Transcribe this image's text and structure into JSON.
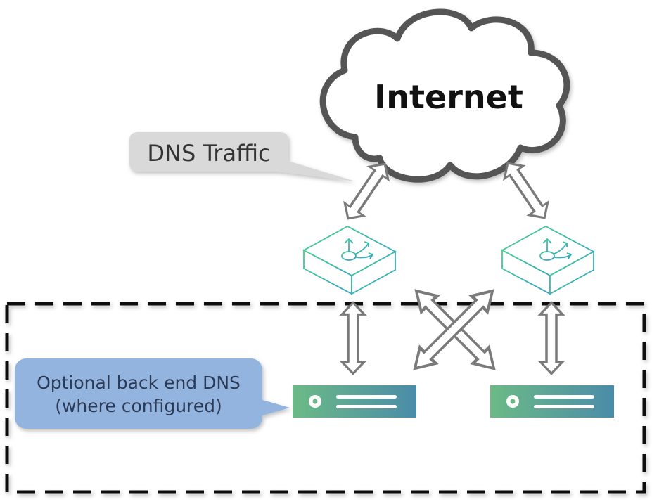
{
  "cloud": {
    "label": "Internet"
  },
  "callouts": {
    "dns_traffic": "DNS Traffic",
    "backend_line1": "Optional back end DNS",
    "backend_line2": "(where configured)"
  },
  "icons": {
    "routers": [
      "router-icon",
      "router-icon"
    ],
    "servers": [
      "server-icon",
      "server-icon"
    ]
  },
  "colors": {
    "arrow_fill": "#ffffff",
    "arrow_stroke": "#7a7a7a",
    "cloud_stroke": "#555555",
    "dns_callout_bg": "#d9d9d9",
    "backend_callout_bg": "#94b4e0",
    "router_stroke_start": "#44cc88",
    "router_stroke_end": "#2f9fd0",
    "server_start": "#6db88a",
    "server_end": "#4b8fa8",
    "dashed_border": "#111111"
  }
}
